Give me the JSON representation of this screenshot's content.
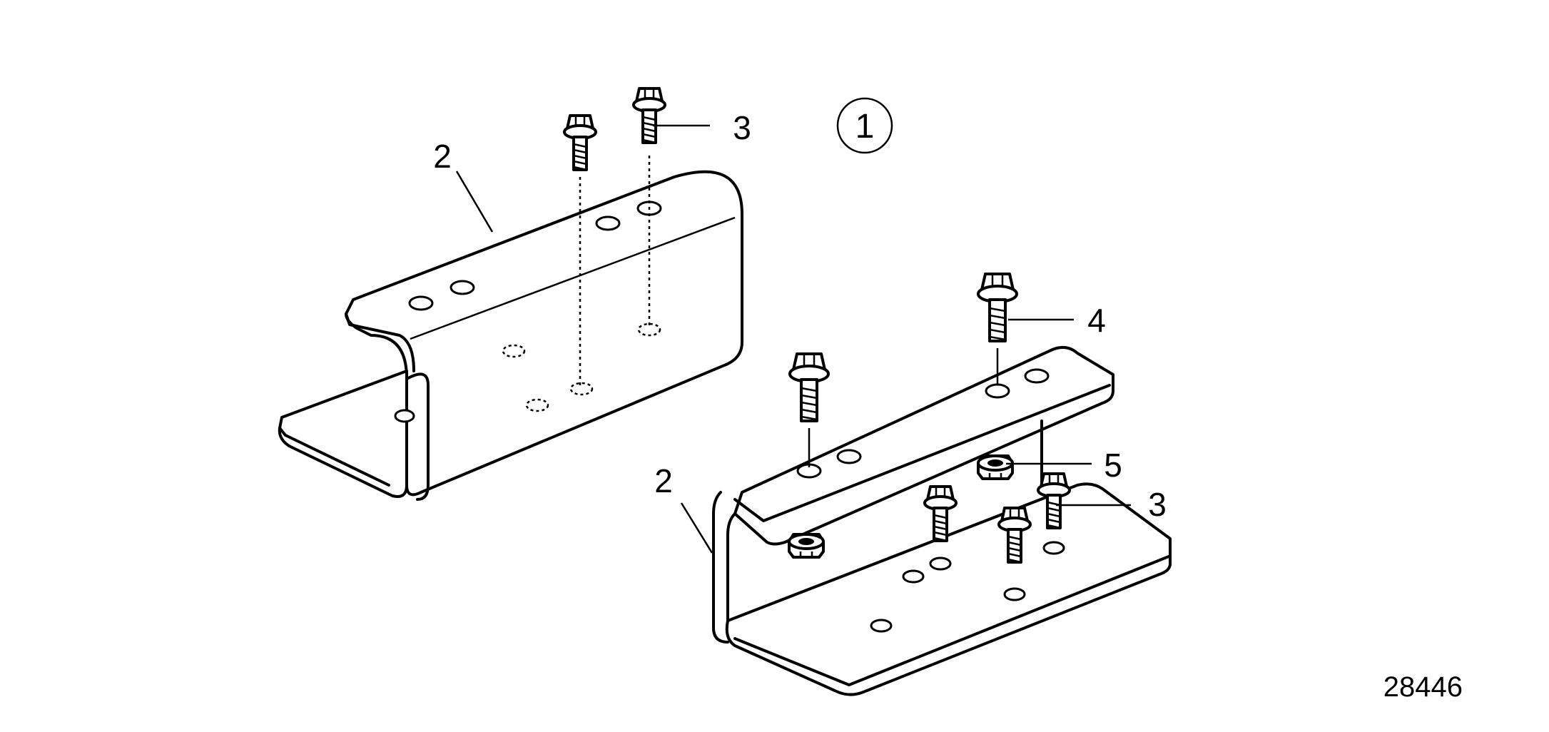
{
  "diagram": {
    "circled_callout": "1",
    "figure_number": "28446",
    "callouts": [
      {
        "id": "bracket-left",
        "text": "2"
      },
      {
        "id": "bolt-left",
        "text": "3"
      },
      {
        "id": "bracket-right",
        "text": "2"
      },
      {
        "id": "bolt-long",
        "text": "4"
      },
      {
        "id": "nut",
        "text": "5"
      },
      {
        "id": "bolt-right",
        "text": "3"
      }
    ]
  }
}
